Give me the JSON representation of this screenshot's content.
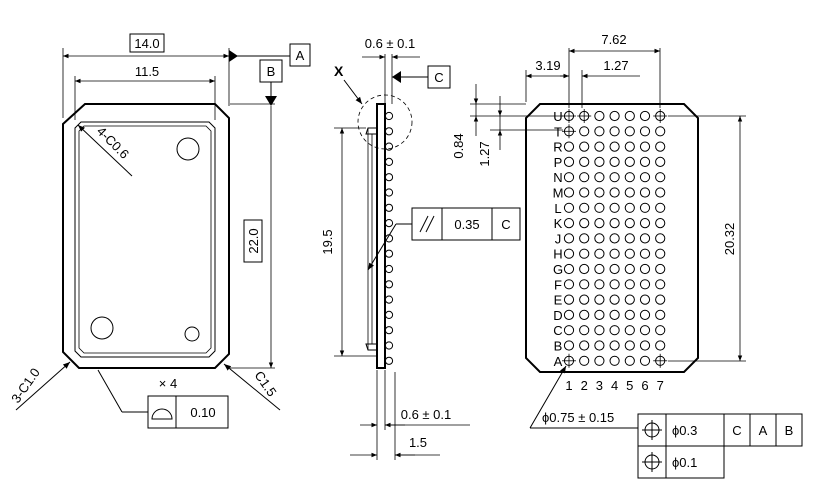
{
  "top_view": {
    "width_outer": "14.0",
    "width_inner": "11.5",
    "height": "22.0",
    "inner_chamfer": "4-C0.6",
    "corner_chamfer_left": "3-C1.0",
    "corner_chamfer_right": "C1.5",
    "flatness_count": "× 4",
    "flatness_value": "0.10",
    "datum_a": "A",
    "datum_b": "B"
  },
  "side_view": {
    "thickness_top": "0.6 ± 0.1",
    "thickness_bottom": "0.6 ± 0.1",
    "total": "1.5",
    "length": "19.5",
    "detail_label": "X",
    "datum_c": "C",
    "parallelism_value": "0.35",
    "parallelism_datum": "C"
  },
  "bottom_view": {
    "pitch_span": "7.62",
    "offset": "3.19",
    "pitch": "1.27",
    "row_pitch": "1.27",
    "edge_offset": "0.84",
    "height": "20.32",
    "rows": [
      "U",
      "T",
      "R",
      "P",
      "N",
      "M",
      "L",
      "K",
      "J",
      "H",
      "G",
      "F",
      "E",
      "D",
      "C",
      "B",
      "A"
    ],
    "cols": [
      "1",
      "2",
      "3",
      "4",
      "5",
      "6",
      "7"
    ],
    "ball_size": "ϕ0.75 ± 0.15",
    "position_tol_1": "ϕ0.3",
    "position_tol_2": "ϕ0.1",
    "ref_c": "C",
    "ref_a": "A",
    "ref_b": "B"
  }
}
